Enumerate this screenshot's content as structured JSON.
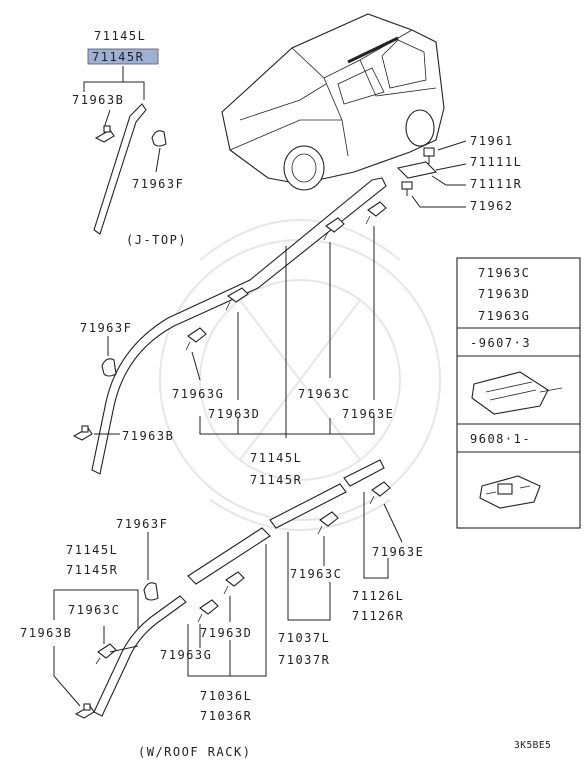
{
  "labels": {
    "p71145L_top": "71145L",
    "p71145R_top": "71145R",
    "p71963B_top": "71963B",
    "p71963F_top": "71963F",
    "jtop": "(J-TOP)",
    "p71961": "71961",
    "p71111L": "71111L",
    "p71111R": "71111R",
    "p71962": "71962",
    "p71963F_mid": "71963F",
    "p71963B_mid": "71963B",
    "p71963G_mid": "71963G",
    "p71963D_mid": "71963D",
    "p71963C_mid": "71963C",
    "p71963E_mid": "71963E",
    "p71145L_mid": "71145L",
    "p71145R_mid": "71145R",
    "p71963F_bot": "71963F",
    "p71145L_bot": "71145L",
    "p71145R_bot": "71145R",
    "p71963C_bot": "71963C",
    "p71963B_bot": "71963B",
    "p71963D_bot": "71963D",
    "p71963G_bot": "71963G",
    "p71036L": "71036L",
    "p71036R": "71036R",
    "p71963C_bot2": "71963C",
    "p71037L": "71037L",
    "p71037R": "71037R",
    "p71963E_bot": "71963E",
    "p71126L": "71126L",
    "p71126R": "71126R",
    "roof_rack": "(W/ROOF RACK)",
    "code": "3K5BE5"
  },
  "legend_box": {
    "parts": [
      "71963C",
      "71963D",
      "71963G"
    ],
    "row1": "-9607·3",
    "row2": "9608·1-"
  },
  "highlight_color": "#9fb0d6"
}
